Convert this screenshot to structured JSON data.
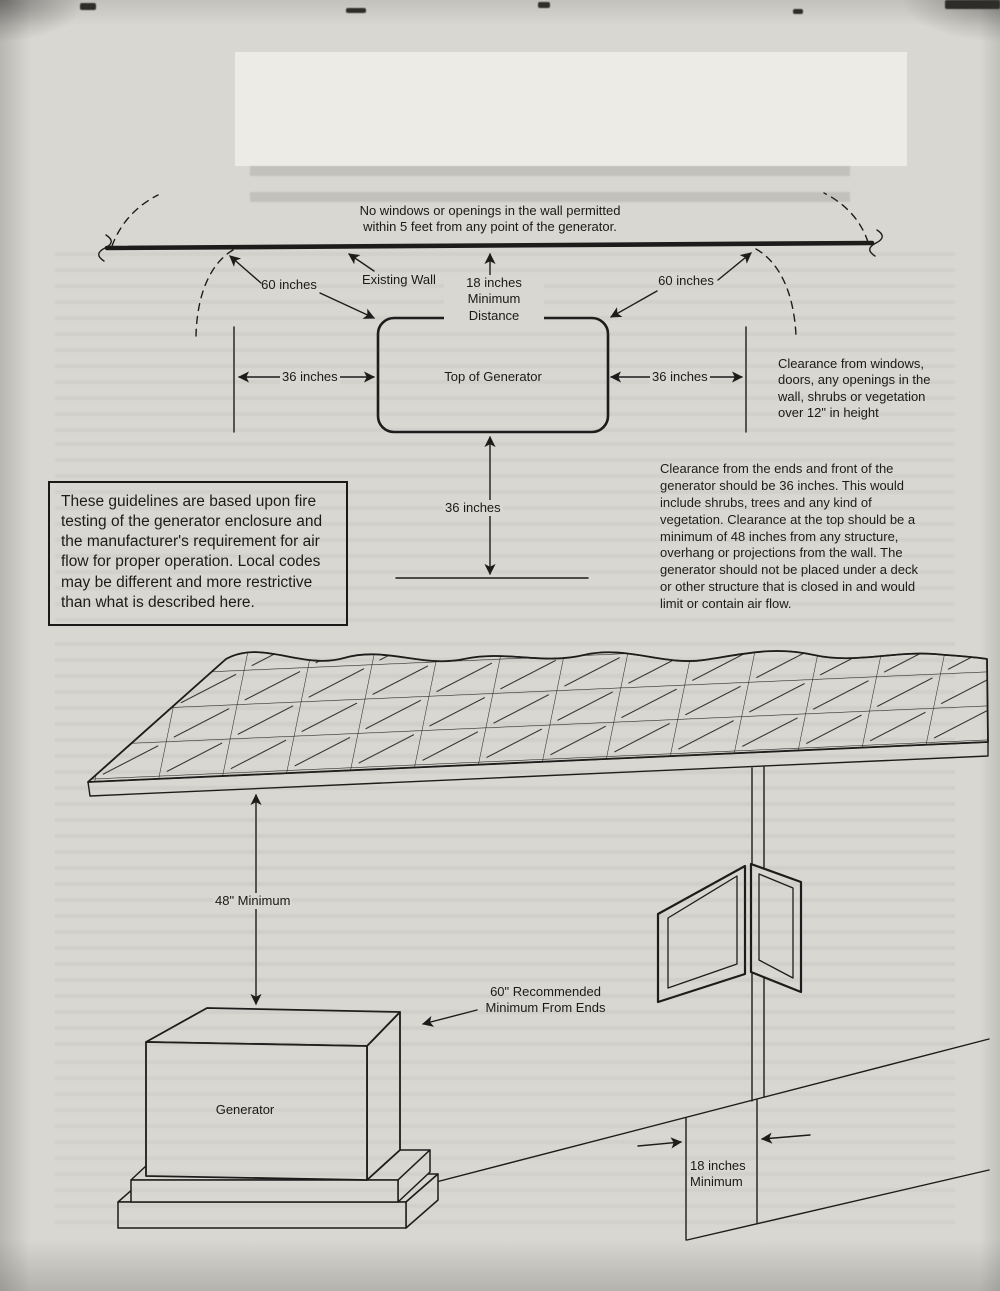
{
  "top_diagram": {
    "wall_note": "No windows or openings in the wall permitted\nwithin 5 feet from any point of the generator.",
    "existing_wall_label": "Existing Wall",
    "distance_label": "18 inches\nMinimum Distance",
    "left_60_label": "60 inches",
    "right_60_label": "60 inches",
    "left_36_label": "36 inches",
    "right_36_label": "36 inches",
    "front_36_label": "36 inches",
    "generator_top_label": "Top of Generator",
    "window_note": "Clearance from windows,\ndoors, any openings in the\nwall, shrubs or vegetation\nover 12\" in height"
  },
  "notes": {
    "fire_testing": "These guidelines are based upon fire testing of the generator enclosure and the manufacturer's requirement for air flow for proper operation. Local codes may be different and more restrictive than what is described here.",
    "clearance": "Clearance from the ends and front of the generator should be 36 inches. This would include shrubs, trees and any kind of vegetation. Clearance at the top should be a minimum of 48 inches from any structure, overhang or projections from the wall. The generator should not be placed under a deck or other structure that is closed in and would limit or contain air flow."
  },
  "side_view": {
    "roof_clearance_label": "48\" Minimum",
    "ends_clearance_label": "60\" Recommended\nMinimum From Ends",
    "generator_label": "Generator",
    "ground_clearance_label": "18 inches\nMinimum"
  },
  "colors": {
    "paper": "#d8d7d2",
    "ink": "#1d1c1a"
  }
}
